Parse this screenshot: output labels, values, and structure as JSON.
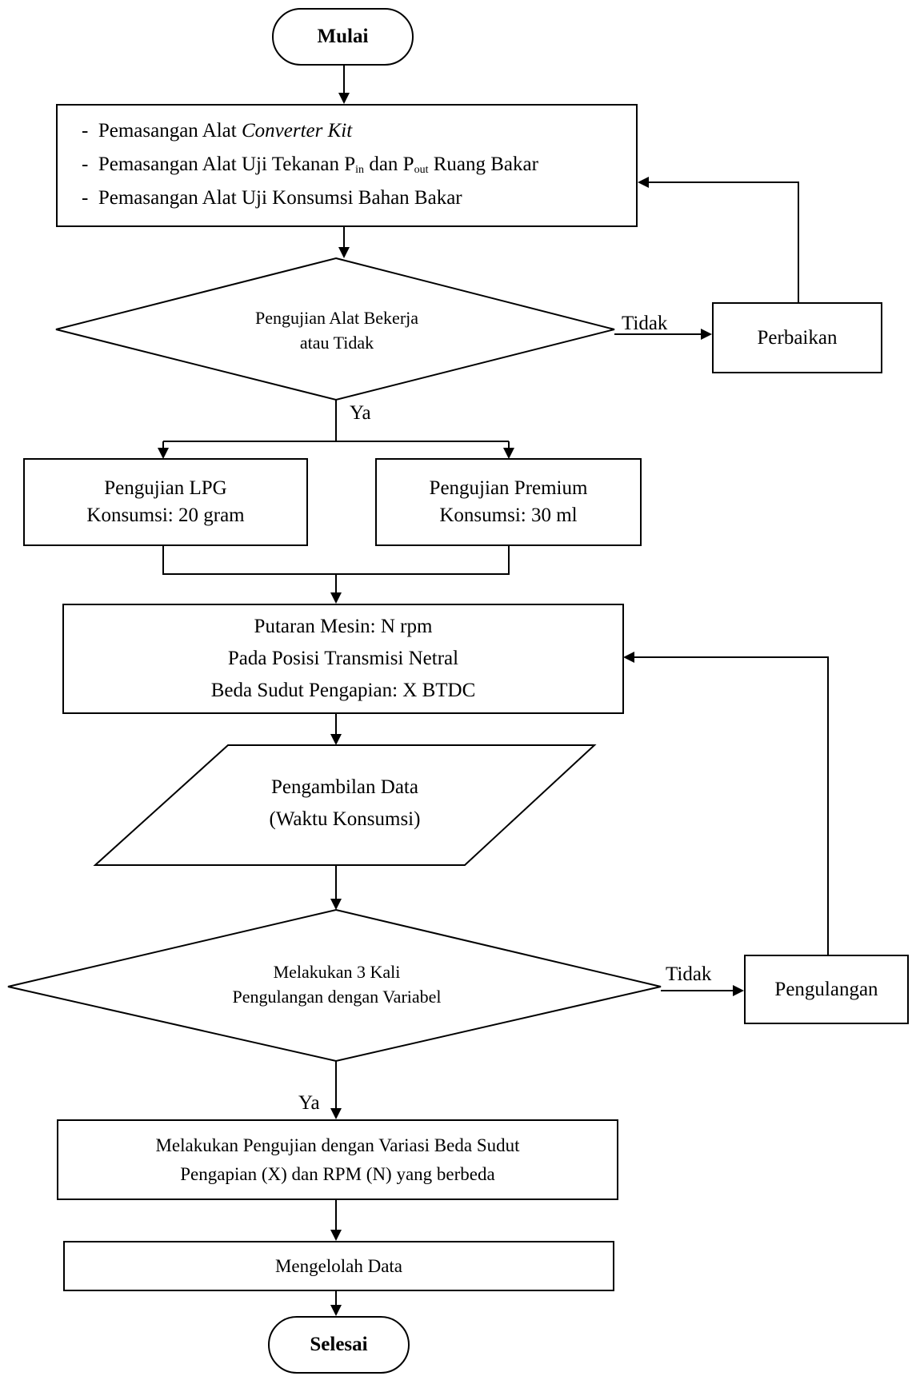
{
  "terminals": {
    "start": "Mulai",
    "end": "Selesai"
  },
  "setup": {
    "dash": "-",
    "item1_prefix": "Pemasangan Alat ",
    "item1_italic": "Converter Kit",
    "item2_prefix": "Pemasangan Alat Uji Tekanan P",
    "item2_sub_in": "in",
    "item2_middle": " dan P",
    "item2_sub_out": "out",
    "item2_suffix": " Ruang Bakar",
    "item3": "Pemasangan Alat Uji Konsumsi Bahan Bakar"
  },
  "decision1": {
    "line1": "Pengujian Alat Bekerja",
    "line2": "atau Tidak",
    "no_label": "Tidak",
    "yes_label": "Ya"
  },
  "repair": "Perbaikan",
  "lpg": {
    "line1": "Pengujian LPG",
    "line2": "Konsumsi: 20 gram"
  },
  "premium": {
    "line1": "Pengujian Premium",
    "line2": "Konsumsi: 30 ml"
  },
  "engine": {
    "line1": "Putaran Mesin: N rpm",
    "line2": "Pada Posisi Transmisi Netral",
    "line3": "Beda Sudut Pengapian: X BTDC"
  },
  "data_input": {
    "line1": "Pengambilan Data",
    "line2": "(Waktu Konsumsi)"
  },
  "decision2": {
    "line1": "Melakukan 3 Kali",
    "line2": "Pengulangan dengan Variabel",
    "no_label": "Tidak",
    "yes_label": "Ya"
  },
  "repeat": "Pengulangan",
  "variation": {
    "line1": "Melakukan Pengujian dengan Variasi Beda Sudut",
    "line2": "Pengapian (X) dan RPM (N) yang berbeda"
  },
  "process": "Mengelolah Data"
}
